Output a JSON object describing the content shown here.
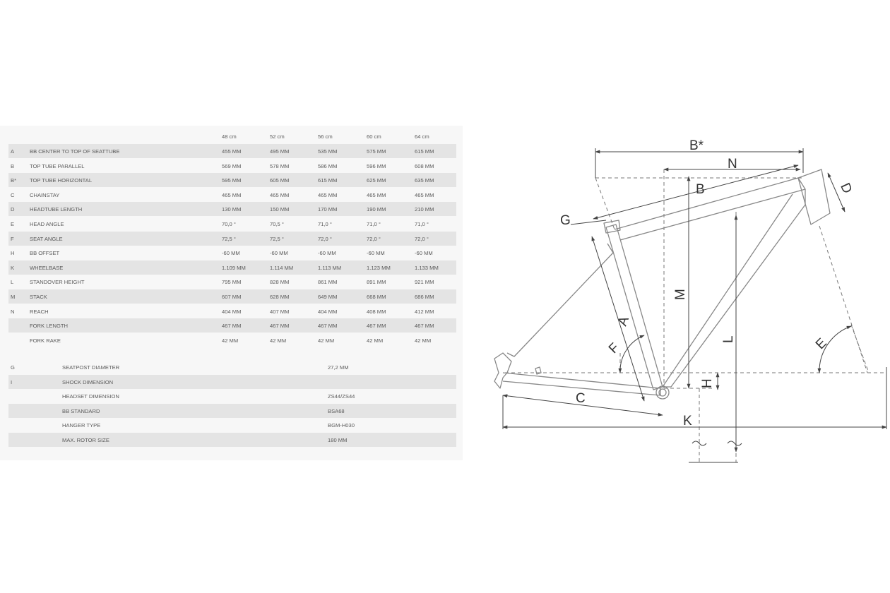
{
  "table": {
    "size_headers": [
      "48 cm",
      "52 cm",
      "56 cm",
      "60 cm",
      "64 cm"
    ],
    "rows": [
      {
        "code": "A",
        "label": "BB CENTER TO TOP OF SEATTUBE",
        "values": [
          "455 MM",
          "495 MM",
          "535 MM",
          "575 MM",
          "615 MM"
        ]
      },
      {
        "code": "B",
        "label": "TOP TUBE PARALLEL",
        "values": [
          "569 MM",
          "578 MM",
          "586 MM",
          "596 MM",
          "608 MM"
        ]
      },
      {
        "code": "B*",
        "label": "TOP TUBE HORIZONTAL",
        "values": [
          "595 MM",
          "605 MM",
          "615 MM",
          "625 MM",
          "635 MM"
        ]
      },
      {
        "code": "C",
        "label": "CHAINSTAY",
        "values": [
          "465 MM",
          "465 MM",
          "465 MM",
          "465 MM",
          "465 MM"
        ]
      },
      {
        "code": "D",
        "label": "HEADTUBE LENGTH",
        "values": [
          "130 MM",
          "150 MM",
          "170 MM",
          "190 MM",
          "210 MM"
        ]
      },
      {
        "code": "E",
        "label": "HEAD ANGLE",
        "values": [
          "70,0 °",
          "70,5 °",
          "71,0 °",
          "71,0 °",
          "71,0 °"
        ]
      },
      {
        "code": "F",
        "label": "SEAT ANGLE",
        "values": [
          "72,5 °",
          "72,5 °",
          "72,0 °",
          "72,0 °",
          "72,0 °"
        ]
      },
      {
        "code": "H",
        "label": "BB OFFSET",
        "values": [
          "-60 MM",
          "-60 MM",
          "-60 MM",
          "-60 MM",
          "-60 MM"
        ]
      },
      {
        "code": "K",
        "label": "WHEELBASE",
        "values": [
          "1.109 MM",
          "1.114 MM",
          "1.113 MM",
          "1.123 MM",
          "1.133 MM"
        ]
      },
      {
        "code": "L",
        "label": "STANDOVER HEIGHT",
        "values": [
          "795 MM",
          "828 MM",
          "861 MM",
          "891 MM",
          "921 MM"
        ]
      },
      {
        "code": "M",
        "label": "STACK",
        "values": [
          "607 MM",
          "628 MM",
          "649 MM",
          "668 MM",
          "686 MM"
        ]
      },
      {
        "code": "N",
        "label": "REACH",
        "values": [
          "404 MM",
          "407 MM",
          "404 MM",
          "408 MM",
          "412 MM"
        ]
      },
      {
        "code": "",
        "label": "FORK LENGTH",
        "values": [
          "467 MM",
          "467 MM",
          "467 MM",
          "467 MM",
          "467 MM"
        ]
      },
      {
        "code": "",
        "label": "FORK RAKE",
        "values": [
          "42 MM",
          "42 MM",
          "42 MM",
          "42 MM",
          "42 MM"
        ]
      }
    ],
    "spec_rows": [
      {
        "code": "G",
        "label": "SEATPOST DIAMETER",
        "value": "27,2 MM"
      },
      {
        "code": "I",
        "label": "SHOCK DIMENSION",
        "value": ""
      },
      {
        "code": "",
        "label": "HEADSET DIMENSION",
        "value": "ZS44/ZS44"
      },
      {
        "code": "",
        "label": "BB STANDARD",
        "value": "BSA68"
      },
      {
        "code": "",
        "label": "HANGER TYPE",
        "value": "BGM-H030"
      },
      {
        "code": "",
        "label": "MAX. ROTOR SIZE",
        "value": "180 MM"
      }
    ]
  },
  "diagram": {
    "labels": {
      "b_star": "B*",
      "n": "N",
      "b": "B",
      "d": "D",
      "g": "G",
      "m": "M",
      "a": "A",
      "f": "F",
      "l": "L",
      "e": "E",
      "h": "H",
      "c": "C",
      "k": "K"
    },
    "colors": {
      "frame_line": "#888888",
      "dim_line": "#444444",
      "label": "#333333"
    }
  }
}
